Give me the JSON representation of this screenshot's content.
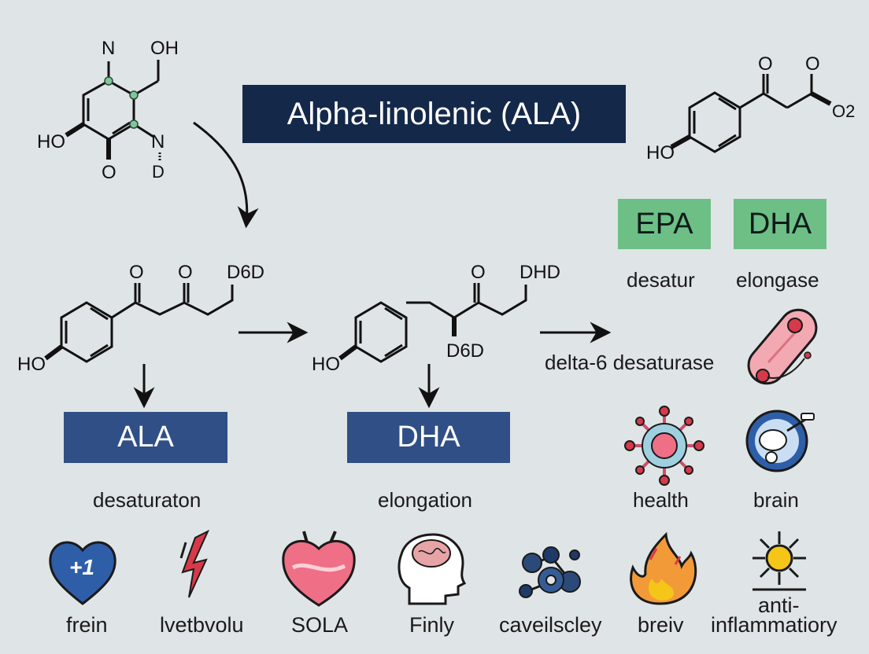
{
  "title": "Alpha-linolenic (ALA)",
  "top_left_molecule": {
    "atom_n_top": "N",
    "atom_oh": "OH",
    "atom_ho": "HO",
    "atom_n_right": "N",
    "atom_o_bottom": "O",
    "atom_d": "D"
  },
  "top_right_molecule": {
    "atom_o1": "O",
    "atom_o2": "O",
    "atom_o2_label": "O2",
    "atom_ho": "HO"
  },
  "middle_left_molecule": {
    "atom_o1": "O",
    "atom_o2": "O",
    "atom_d6d": "D6D",
    "atom_ho": "HO"
  },
  "middle_right_molecule": {
    "atom_o": "O",
    "atom_dhd": "DHD",
    "atom_d6d": "D6D",
    "atom_ho": "HO"
  },
  "green_boxes": {
    "epa": "EPA",
    "dha": "DHA"
  },
  "green_labels": {
    "left": "desatur",
    "right": "elongase"
  },
  "arrow_label": "delta-6 desaturase",
  "blue_boxes": {
    "ala": "ALA",
    "dha": "DHA"
  },
  "blue_labels": {
    "left": "desaturaton",
    "right": "elongation"
  },
  "icon_labels": {
    "health": "health",
    "brain": "brain"
  },
  "badge_text": "+1",
  "bottom_labels": [
    "frein",
    "lvetbvolu",
    "SOLA",
    "Finly",
    "caveilscley",
    "breiv",
    "anti-",
    "inflammatiory"
  ],
  "colors": {
    "background": "#dfe4e6",
    "title_bg": "#14284a",
    "green": "#6dbf86",
    "blue": "#2f4f86",
    "heart_blue": "#2e5ea8",
    "red": "#d63a4a",
    "pink": "#ef6f86",
    "orange": "#f29a38",
    "yellow": "#f5c518",
    "navy": "#1d3a68"
  }
}
